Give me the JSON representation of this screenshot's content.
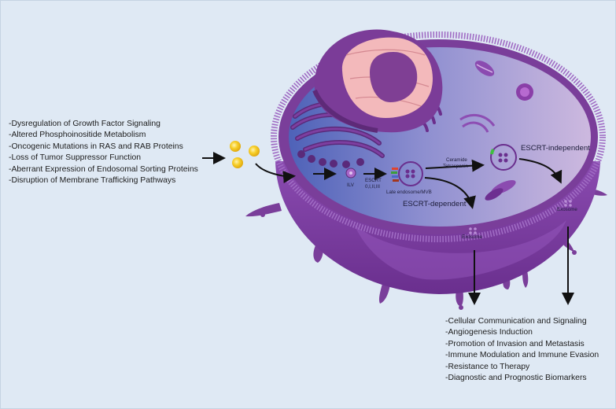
{
  "left_factors": [
    "-Dysregulation of Growth Factor Signaling",
    "-Altered Phosphoinositide Metabolism",
    "-Oncogenic Mutations in RAS and RAB Proteins",
    "-Loss of Tumor Suppressor Function",
    "-Aberrant Expression of Endosomal Sorting Proteins",
    "-Disruption of Membrane Trafficking Pathways"
  ],
  "pathway": {
    "ilv": "ILV",
    "escrt": "ESCRT",
    "escrt_sub": "0,I,II,III",
    "late_endosome": "Late endosome/MVB",
    "ceramide": "Ceramide",
    "tetraspanin": "Tetraspanin",
    "escrt_independent": "ESCRT-independent",
    "escrt_dependent": "ESCRT-dependent",
    "exosome_center": "Exosome",
    "exosome_right": "Exosome"
  },
  "outcomes": [
    "-Cellular Communication and Signaling",
    "-Angiogenesis Induction",
    "-Promotion of Invasion and Metastasis",
    "-Immune Modulation and Immune Evasion",
    "-Resistance to Therapy",
    "-Diagnostic and Prognostic Biomarkers"
  ],
  "colors": {
    "background": "#dfe9f4",
    "membrane": "#7a3e9a",
    "cytoplasm_left": "#5e6fc0",
    "cytoplasm_right": "#c0a9d8",
    "nucleus_inner": "#f2b6b8",
    "nucleolus": "#7f3f94",
    "vesicle_yellow": "#f5c31c"
  }
}
